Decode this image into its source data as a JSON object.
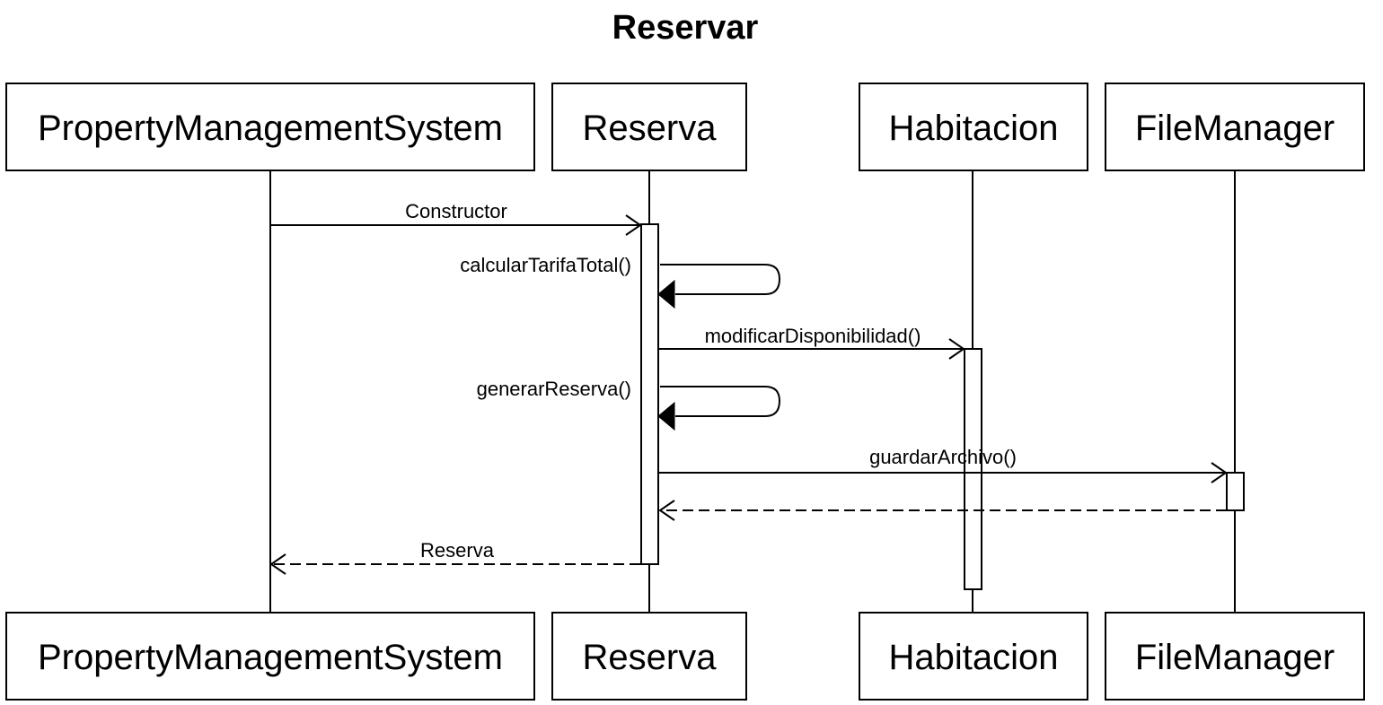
{
  "title": "Reservar",
  "participants": [
    {
      "id": "pms",
      "label": "PropertyManagementSystem"
    },
    {
      "id": "reserva",
      "label": "Reserva"
    },
    {
      "id": "habitacion",
      "label": "Habitacion"
    },
    {
      "id": "filemanager",
      "label": "FileManager"
    }
  ],
  "messages": [
    {
      "label": "Constructor",
      "from": "pms",
      "to": "reserva",
      "kind": "call"
    },
    {
      "label": "calcularTarifaTotal()",
      "from": "reserva",
      "to": "reserva",
      "kind": "self"
    },
    {
      "label": "modificarDisponibilidad()",
      "from": "reserva",
      "to": "habitacion",
      "kind": "call"
    },
    {
      "label": "generarReserva()",
      "from": "reserva",
      "to": "reserva",
      "kind": "self"
    },
    {
      "label": "guardarArchivo()",
      "from": "reserva",
      "to": "filemanager",
      "kind": "call"
    },
    {
      "label": "",
      "from": "filemanager",
      "to": "reserva",
      "kind": "return"
    },
    {
      "label": "Reserva",
      "from": "reserva",
      "to": "pms",
      "kind": "return"
    }
  ]
}
